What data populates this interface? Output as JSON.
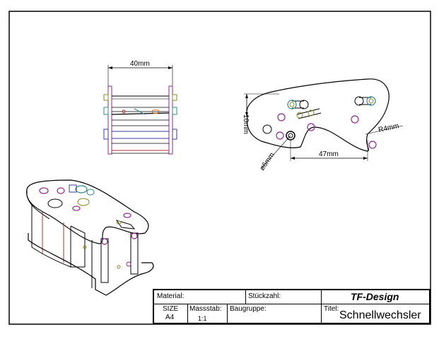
{
  "dimensions": {
    "width_40": "40mm",
    "height_10": "10mm",
    "radius_r4": "R4mm",
    "dia_6": "ø6mm",
    "width_47": "47mm"
  },
  "title_block": {
    "material_label": "Material:",
    "stueckzahl_label": "Stückzahl:",
    "brand": "TF-Design",
    "size_label": "SIZE",
    "size_value": "A4",
    "massstab_label": "Massstab:",
    "massstab_value": "1:1",
    "baugruppe_label": "Baugruppe:",
    "titel_label": "Titel:",
    "titel_value": "Schnellwechsler"
  },
  "colors": {
    "outline": "#000000",
    "purple_hole": "#8e2a8e",
    "teal_hole": "#2e8b8b",
    "olive_part": "#8a8a2a",
    "red_part": "#b03030",
    "orange_part": "#d07020",
    "blue_part": "#3a3aa0"
  }
}
